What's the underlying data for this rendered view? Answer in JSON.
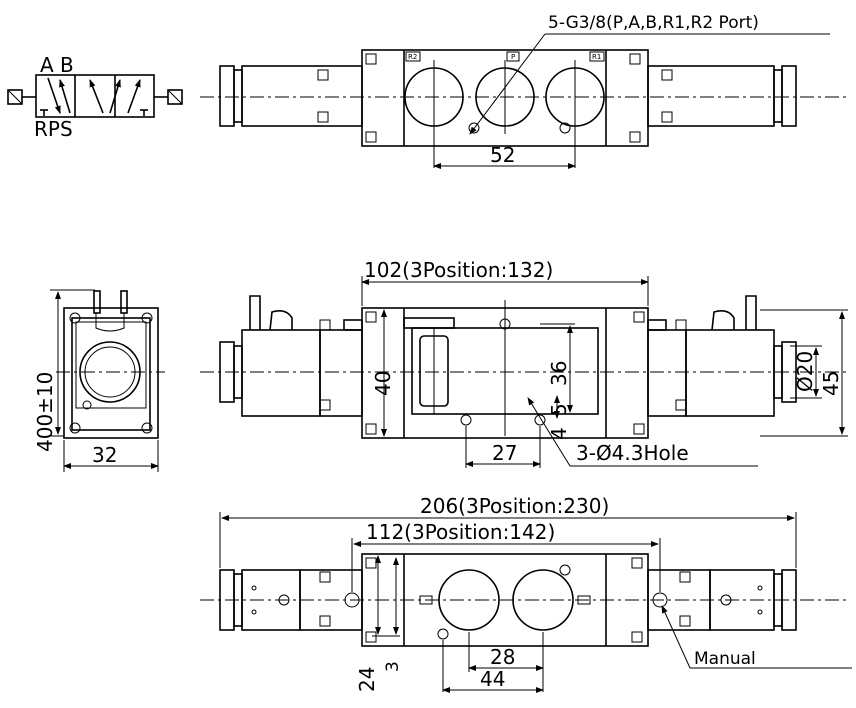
{
  "symbol": {
    "port_top": "A B",
    "port_bottom": "RPS"
  },
  "top_view": {
    "port_callout": "5-G3/8(P,A,B,R1,R2 Port)",
    "port_tag_left": "R2",
    "port_tag_mid": "P",
    "port_tag_right": "R1",
    "dim_spacing": "52"
  },
  "side_view": {
    "dim_height": "400±10",
    "dim_width": "32"
  },
  "front_view": {
    "dim_body_length": "102(3Position:132)",
    "dim_body_height": "40",
    "dim_inner": "36",
    "dim_small": "5",
    "dim_small2": "4",
    "dim_hole_offset": "27",
    "hole_callout": "3-Ø4.3Hole",
    "dim_coil_dia": "Ø20",
    "dim_total_height": "45"
  },
  "bottom_view": {
    "dim_total_length": "206(3Position:230)",
    "dim_mid_length": "112(3Position:142)",
    "dim_28": "28",
    "dim_44": "44",
    "dim_24": "24",
    "dim_3": "3",
    "manual_label": "Manual"
  }
}
